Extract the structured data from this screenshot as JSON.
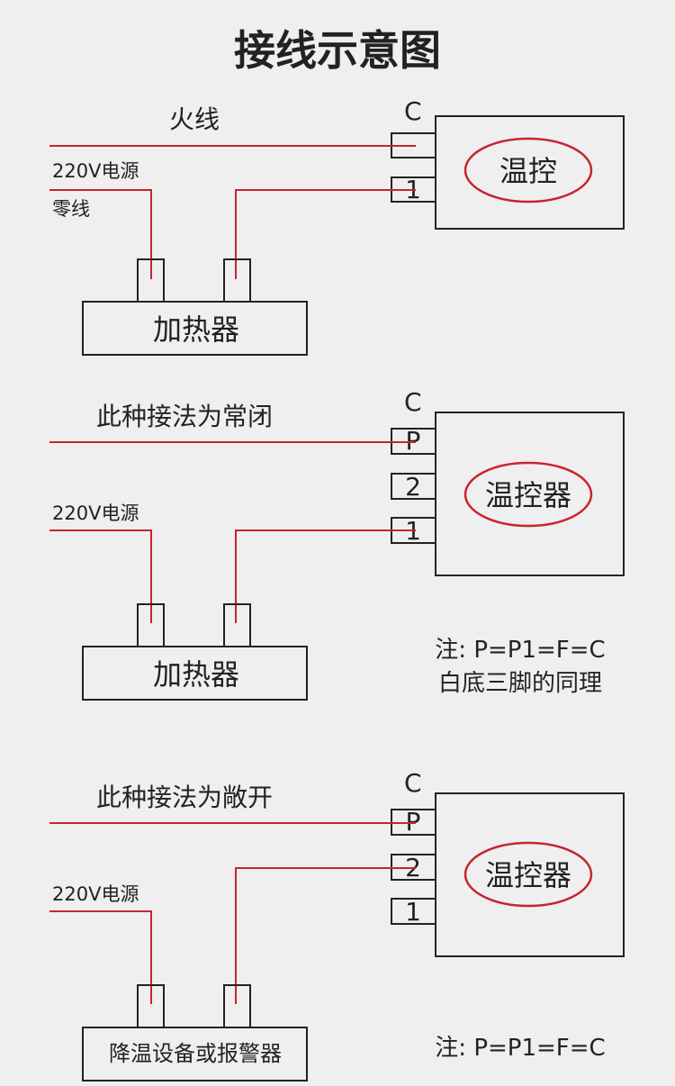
{
  "title": "接线示意图",
  "colors": {
    "wire": "#c8242c",
    "line": "#222222",
    "background": "#efefef"
  },
  "section1": {
    "live_label": "火线",
    "power_label": "220V电源",
    "neutral_label": "零线",
    "pin_c": "C",
    "pin_1": "1",
    "controller_label": "温控",
    "load_label": "加热器"
  },
  "section2": {
    "desc": "此种接法为常闭",
    "power_label": "220V电源",
    "pin_c": "C",
    "pin_p": "P",
    "pin_2": "2",
    "pin_1": "1",
    "controller_label": "温控器",
    "load_label": "加热器",
    "note_line1": "注: P=P1=F=C",
    "note_line2": "白底三脚的同理"
  },
  "section3": {
    "desc": "此种接法为敞开",
    "power_label": "220V电源",
    "pin_c": "C",
    "pin_p": "P",
    "pin_2": "2",
    "pin_1": "1",
    "controller_label": "温控器",
    "load_label": "降温设备或报警器",
    "note_line1": "注: P=P1=F=C"
  }
}
